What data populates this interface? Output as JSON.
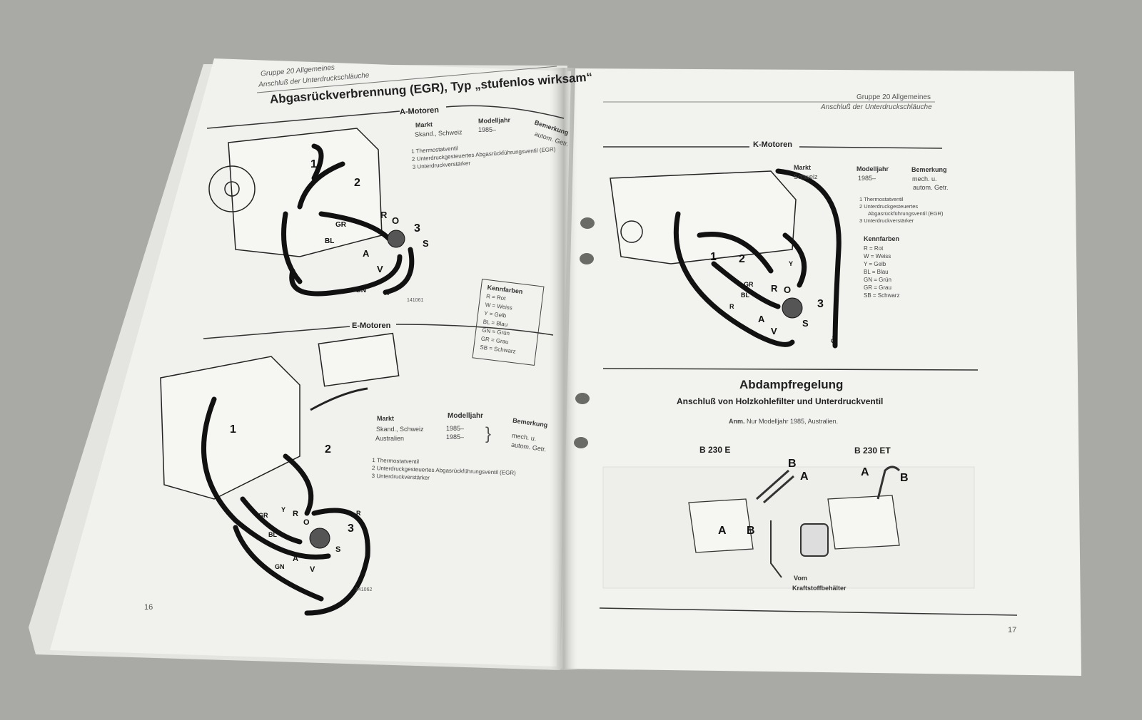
{
  "left_page": {
    "header": {
      "group": "Gruppe 20 Allgemeines",
      "subtitle": "Anschluß der Unterdruckschläuche"
    },
    "title": "Abgasrückverbrennung (EGR), Typ „stufenlos wirksam“",
    "a_motoren": {
      "section": "A-Motoren",
      "columns": [
        "Markt",
        "Modelljahr",
        "Bemerkung"
      ],
      "rows": [
        {
          "markt": "Skand., Schweiz",
          "jahr": "1985–",
          "bemerkung": "autom. Getr."
        }
      ],
      "parts": [
        "1 Thermostatventil",
        "2 Unterdruckgesteuertes Abgasrückführungsventil (EGR)",
        "3 Unterdruckverstärker"
      ],
      "figure_no": "141061",
      "callouts": [
        "1",
        "2",
        "3",
        "R",
        "O",
        "S",
        "V",
        "A",
        "GR",
        "BL",
        "GN",
        "R"
      ]
    },
    "kennfarben": {
      "title": "Kennfarben",
      "items": [
        "R = Rot",
        "W = Weiss",
        "Y = Gelb",
        "BL = Blau",
        "GN = Grün",
        "GR = Grau",
        "SB = Schwarz"
      ]
    },
    "e_motoren": {
      "section": "E-Motoren",
      "columns": [
        "Markt",
        "Modelljahr",
        "Bemerkung"
      ],
      "rows": [
        {
          "markt": "Skand., Schweiz",
          "jahr": "1985–"
        },
        {
          "markt": "Australien",
          "jahr": "1985–"
        }
      ],
      "bemerkung": [
        "mech. u.",
        "autom. Getr."
      ],
      "parts": [
        "1 Thermostatventil",
        "2 Unterdruckgesteuertes Abgasrückführungsventil (EGR)",
        "3 Unterdruckverstärker"
      ],
      "figure_no": "141062",
      "callouts": [
        "1",
        "2",
        "3",
        "R",
        "O",
        "S",
        "V",
        "A",
        "GR",
        "BL",
        "GN",
        "Y",
        "R"
      ]
    },
    "page_number": "16"
  },
  "right_page": {
    "header": {
      "group": "Gruppe 20 Allgemeines",
      "subtitle": "Anschluß der Unterdruckschläuche"
    },
    "k_motoren": {
      "section": "K-Motoren",
      "columns": [
        "Markt",
        "Modelljahr",
        "Bemerkung"
      ],
      "row": {
        "markt": "Schweiz",
        "jahr": "1985–",
        "bemerkung": [
          "mech. u.",
          "autom. Getr."
        ]
      },
      "parts": [
        "1 Thermostatventil",
        "2 Unterdruckgesteuertes",
        "Abgasrückführungsventil (EGR)",
        "3 Unterdruckverstärker"
      ],
      "kennfarben": {
        "title": "Kennfarben",
        "items": [
          "R = Rot",
          "W = Weiss",
          "Y = Gelb",
          "BL = Blau",
          "GN = Grün",
          "GR = Grau",
          "SB = Schwarz"
        ]
      },
      "callouts": [
        "1",
        "2",
        "3",
        "R",
        "O",
        "S",
        "V",
        "A",
        "GR",
        "BL",
        "Y",
        "R",
        "GN"
      ]
    },
    "abdampf": {
      "title": "Abdampfregelung",
      "subtitle": "Anschluß von Holzkohlefilter und Unterdruckventil",
      "note_label": "Anm.",
      "note": "Nur Modelljahr 1985, Australien.",
      "engine_left": "B 230 E",
      "engine_right": "B 230 ET",
      "callouts": [
        "A",
        "B",
        "B",
        "A",
        "A",
        "B"
      ],
      "vom": "Vom",
      "vom_target": "Kraftstoffbehälter"
    },
    "page_number": "17"
  },
  "colors": {
    "background": "#a9aaa5",
    "paper": "#f1f2ee",
    "ink": "#1c1c1c"
  }
}
